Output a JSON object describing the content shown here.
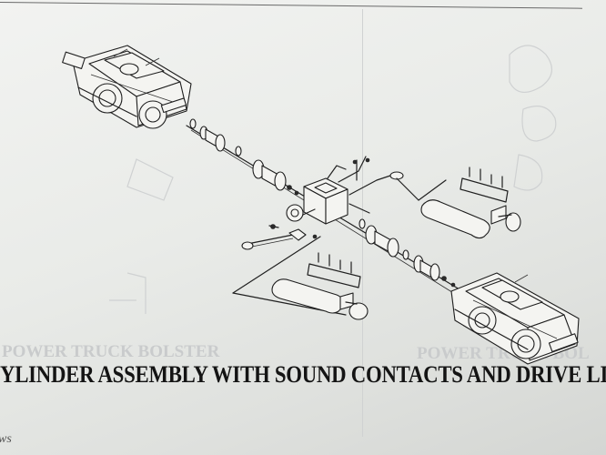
{
  "caption": "YLINDER ASSEMBLY WITH SOUND CONTACTS AND DRIVE LI",
  "footer_text": "ws",
  "ghost_labels": {
    "left": "POWER TRUCK BOLSTER",
    "right": "POWER TRUCK BOL"
  },
  "colors": {
    "paper": "#eceeeb",
    "ink": "#1e1e1e",
    "show_through": "#c9cbcc"
  }
}
